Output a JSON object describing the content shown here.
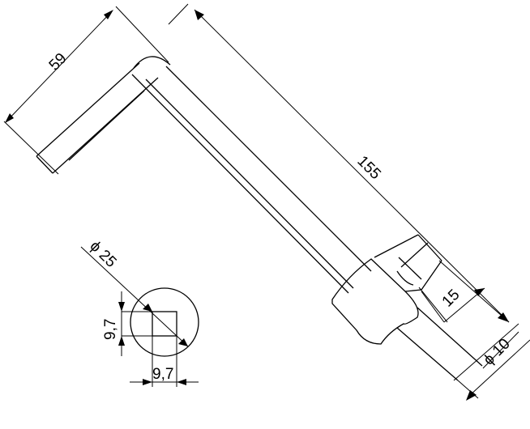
{
  "dimensions": {
    "short_leg_length": "59",
    "long_leg_length": "155",
    "socket_depth": "15",
    "shaft_diameter": "ϕ 10",
    "head_diameter": "ϕ 25",
    "square_height": "9,7",
    "square_width": "9,7"
  }
}
